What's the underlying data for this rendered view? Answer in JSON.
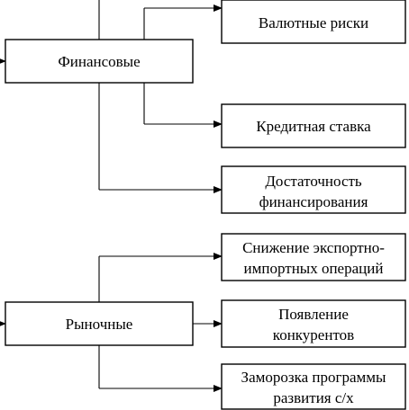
{
  "categories": {
    "financial": {
      "label": "Финансовые",
      "risks": [
        {
          "lines": [
            "Валютные риски"
          ]
        },
        {
          "lines": [
            "Кредитная ставка"
          ]
        },
        {
          "lines": [
            "Достаточность",
            "финансирования"
          ]
        }
      ]
    },
    "market": {
      "label": "Рыночные",
      "risks": [
        {
          "lines": [
            "Снижение экспортно-",
            "импортных операций"
          ]
        },
        {
          "lines": [
            "Появление",
            "конкурентов"
          ]
        },
        {
          "lines": [
            "Заморозка программы",
            "развития с/х"
          ]
        }
      ]
    }
  }
}
